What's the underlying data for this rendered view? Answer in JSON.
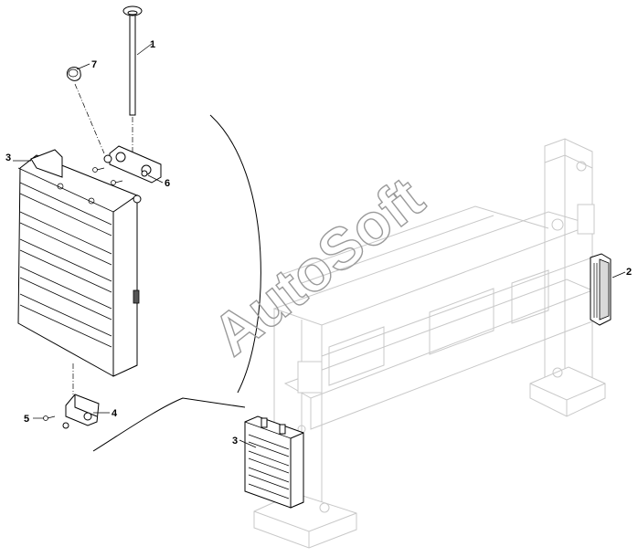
{
  "diagram": {
    "watermark": "AutoSoft",
    "callouts": [
      {
        "id": "1",
        "text": "1"
      },
      {
        "id": "2",
        "text": "2"
      },
      {
        "id": "3a",
        "text": "3"
      },
      {
        "id": "3b",
        "text": "3"
      },
      {
        "id": "4",
        "text": "4"
      },
      {
        "id": "5",
        "text": "5"
      },
      {
        "id": "6",
        "text": "6"
      },
      {
        "id": "7",
        "text": "7"
      }
    ]
  }
}
